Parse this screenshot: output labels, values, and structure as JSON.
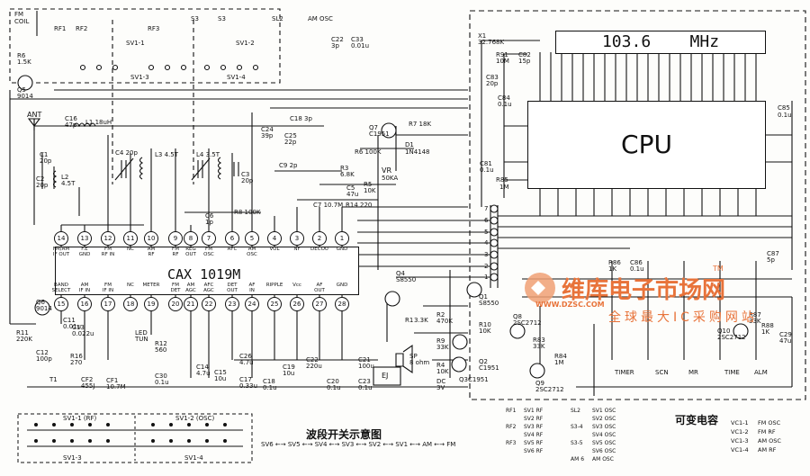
{
  "display": {
    "frequency": "103.6",
    "unit": "MHz"
  },
  "cpu": {
    "label": "CPU"
  },
  "ic": {
    "label": "CAX 1019M",
    "top_pins": [
      {
        "num": "14",
        "lbl": "FM/AM\nIF OUT"
      },
      {
        "num": "13",
        "lbl": "F.E\nGND"
      },
      {
        "num": "12",
        "lbl": "FM\nRF IN"
      },
      {
        "num": "11",
        "lbl": "NC"
      },
      {
        "num": "10",
        "lbl": "AM\nRF"
      },
      {
        "num": "9",
        "lbl": "FM\nRF"
      },
      {
        "num": "8",
        "lbl": "REG\nOUT"
      },
      {
        "num": "7",
        "lbl": "FM\nOSC"
      },
      {
        "num": "6",
        "lbl": "AFC"
      },
      {
        "num": "5",
        "lbl": "AM\nOSC"
      },
      {
        "num": "4",
        "lbl": "VOL"
      },
      {
        "num": "3",
        "lbl": "NF"
      },
      {
        "num": "2",
        "lbl": "DECOU"
      },
      {
        "num": "1",
        "lbl": "GND"
      }
    ],
    "bottom_pins": [
      {
        "num": "15",
        "lbl": "BAND\nSELECT"
      },
      {
        "num": "16",
        "lbl": "AM\nIF IN"
      },
      {
        "num": "17",
        "lbl": "FM\nIF IN"
      },
      {
        "num": "18",
        "lbl": "NC"
      },
      {
        "num": "19",
        "lbl": "METER"
      },
      {
        "num": "20",
        "lbl": "FM\nDET"
      },
      {
        "num": "21",
        "lbl": "AM\nAGC"
      },
      {
        "num": "22",
        "lbl": "AFC\nAGC"
      },
      {
        "num": "23",
        "lbl": "DET\nOUT"
      },
      {
        "num": "24",
        "lbl": "AF\nIN"
      },
      {
        "num": "25",
        "lbl": "RIPPLE"
      },
      {
        "num": "26",
        "lbl": "Vcc"
      },
      {
        "num": "27",
        "lbl": "AF\nOUT"
      },
      {
        "num": "28",
        "lbl": "GND"
      }
    ]
  },
  "components": {
    "x1": "X1",
    "x1v": "32.768K",
    "r91": "R91",
    "r91v": "10M",
    "c82": "C82",
    "c82v": "15p",
    "c83": "C83",
    "c83v": "20p",
    "c84": "C84",
    "c84v": "0.1u",
    "c81": "C81",
    "c81v": "0.1u",
    "r85": "R85",
    "r85v": "1M",
    "c85": "C85",
    "c85v": "0.1u",
    "ant": "ANT",
    "l1": "L1 18uH",
    "c16": "C16",
    "c16v": "47p",
    "c1": "C1",
    "c1v": "20p",
    "l2": "L2",
    "l2v": "4.5T",
    "c2": "C2",
    "c2v": "20p",
    "l3": "L3 4.5T",
    "c4": "C4 20p",
    "l4": "L4 3.5T",
    "c3": "C3",
    "c3v": "20p",
    "c24": "C24",
    "c24v": "39p",
    "c25": "C25",
    "c25v": "22p",
    "c18": "C18 3p",
    "c9": "C9 2p",
    "c6": "C6",
    "c6v": "1p",
    "r8": "R8 100K",
    "c7": "C7 10.7M",
    "q7": "Q7",
    "q7v": "C1951",
    "r7": "R7 18K",
    "d1": "D1",
    "d1v": "1N4148",
    "r6": "R6 100K",
    "r3": "R3",
    "r3v": "6.8K",
    "r5": "R5",
    "r5v": "10K",
    "vr": "VR",
    "vrv": "50KA",
    "c5": "C5",
    "c5v": "47u",
    "r14": "R14 220",
    "q4": "Q4",
    "q4v": "S8550",
    "q1": "Q1",
    "q1v": "S8550",
    "r1": "R1",
    "r1v": "3.3K",
    "r2": "R2",
    "r2v": "470K",
    "r9": "R9",
    "r9v": "33K",
    "r4": "R4",
    "r4v": "10K",
    "q2": "Q2",
    "q2v": "C1951",
    "q3": "Q3",
    "q3v": "C1951",
    "r10": "R10",
    "r10v": "10K",
    "dc": "DC",
    "dcv": "3V",
    "sp": "SP",
    "spv": "8 ohm",
    "ej": "EJ",
    "q6": "Q6",
    "q6v": "9014",
    "r11": "R11",
    "r11v": "220K",
    "c11": "C11",
    "c11v": "0.01u",
    "c13": "C13",
    "c13v": "0.022u",
    "c12": "C12",
    "c12v": "100p",
    "r16": "R16",
    "r16v": "270",
    "cf1": "CF1",
    "cf1v": "10.7M",
    "cf2": "CF2",
    "cf2v": "455J",
    "t1": "T1",
    "led": "LED",
    "ledv": "TUN",
    "r12": "R12",
    "r12v": "560",
    "c30": "C30",
    "c30v": "0.1u",
    "c14": "C14",
    "c14v": "4.7u",
    "c15": "C15",
    "c15v": "10u",
    "c26": "C26",
    "c26v": "4.7u",
    "c17": "C17",
    "c17v": "0.33u",
    "c18b": "C18",
    "c18bv": "0.1u",
    "c19": "C19",
    "c19v": "10u",
    "c22": "C22",
    "c22v": "220u",
    "c20": "C20",
    "c20v": "0.1u",
    "c21": "C21",
    "c21v": "100u",
    "c23": "C23",
    "c23v": "0.1u",
    "fm_coil": "FM\nCOIL",
    "r6b": "R6",
    "r6bv": "1.5K",
    "q5": "Q5",
    "q5v": "9014",
    "rf1": "RF1",
    "rf2": "RF2",
    "rf3": "RF3",
    "s3": "S3",
    "sl3": "S3",
    "sl2": "SL2",
    "am_osc": "AM OSC",
    "c33": "C33",
    "c33v": "0.01u",
    "c22b": "C22",
    "c22bv": "3p",
    "sv1_1": "SV1-1",
    "sv1_2": "SV1-2",
    "sv1_3": "SV1-3",
    "sv1_4": "SV1-4",
    "q8": "Q8",
    "q8v": "2SC2712",
    "r83": "R83",
    "r83v": "33K",
    "r84": "R84",
    "r84v": "1M",
    "q9": "Q9",
    "q9v": "2SC2712",
    "r86": "R86",
    "r86v": "1K",
    "c86": "C86",
    "c86v": "0.1u",
    "c87": "C87",
    "c87v": "5p",
    "r87": "R87",
    "r87v": "33K",
    "q10": "Q10",
    "q10v": "2SC2712",
    "r88": "R88",
    "r88v": "1K",
    "c29": "C29",
    "c29v": "47u"
  },
  "buttons": [
    "TIMER",
    "SCN",
    "MR",
    "TIME",
    "ALM"
  ],
  "connector_pins": [
    "7",
    "6",
    "5",
    "4",
    "3",
    "2",
    "1"
  ],
  "watermark": {
    "cn": "维库电子市场网",
    "url": "WWW.DZSC.COM",
    "tag": "全球最大IC采购网站",
    "tm": "TM"
  },
  "legend": {
    "title": "波段开关示意图",
    "sequence": "SV6 ←→ SV5 ←→ SV4 ←→ SV3 ←→ SV2 ←→ SV1 ←→ AM ←→ FM",
    "sv1": "SV1-1 (RF)",
    "sv2": "SV1-2 (OSC)",
    "sv3": "SV1-3",
    "sv4": "SV1-4",
    "rf_table": [
      [
        "RF1",
        "SV1 RF",
        "SL2",
        "SV1 OSC"
      ],
      [
        "",
        "SV2 RF",
        "",
        "SV2 OSC"
      ],
      [
        "RF2",
        "SV3 RF",
        "S3-4",
        "SV3 OSC"
      ],
      [
        "",
        "SV4 RF",
        "",
        "SV4 OSC"
      ],
      [
        "RF3",
        "SV5 RF",
        "S3-5",
        "SV5 OSC"
      ],
      [
        "",
        "SV6 RF",
        "",
        "SV6 OSC"
      ],
      [
        "",
        "",
        "AM 6",
        "AM OSC"
      ]
    ],
    "vc_title": "可变电容",
    "vc_table": [
      [
        "VC1-1",
        "FM OSC"
      ],
      [
        "VC1-2",
        "FM RF"
      ],
      [
        "VC1-3",
        "AM OSC"
      ],
      [
        "VC1-4",
        "AM RF"
      ]
    ]
  }
}
